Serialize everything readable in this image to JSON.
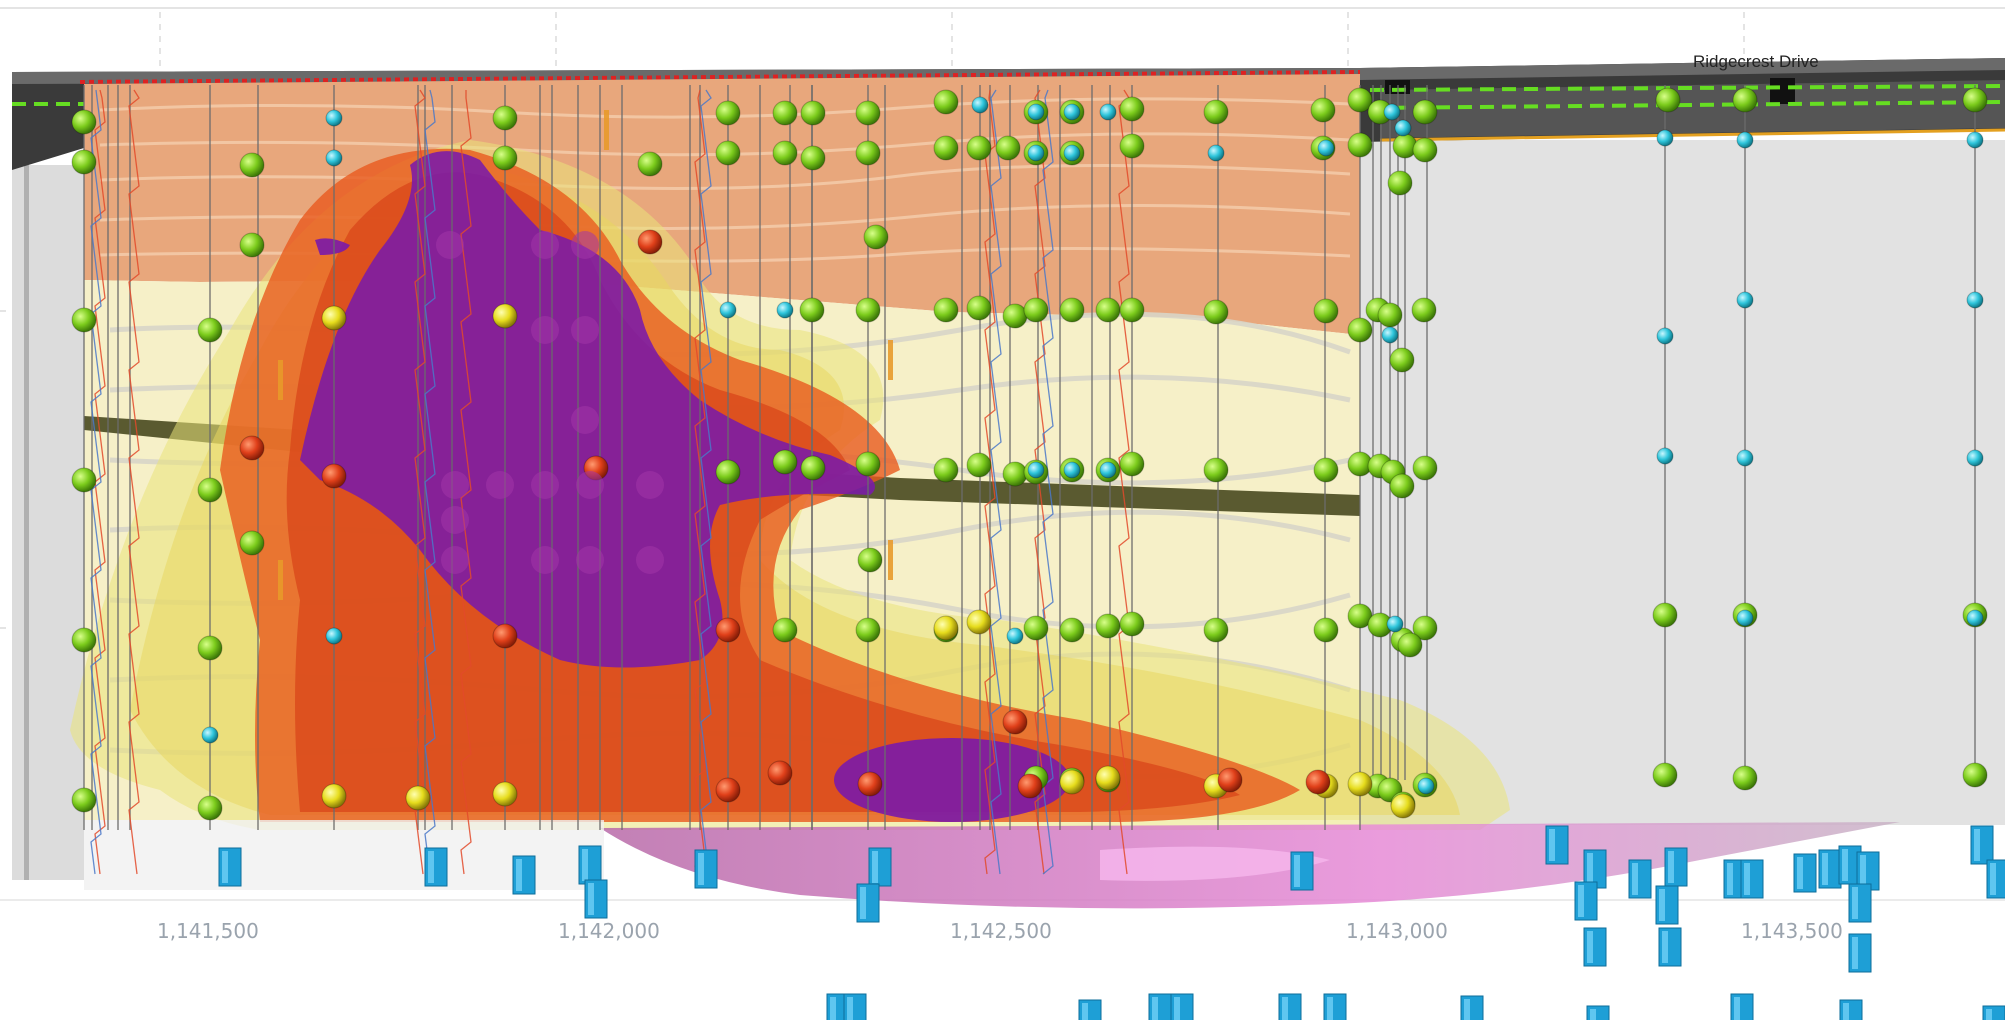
{
  "scene": {
    "road_label": "Ridgecrest Drive",
    "axis_labels": [
      "1,141,500",
      "1,142,000",
      "1,142,500",
      "1,143,000",
      "1,143,500"
    ]
  },
  "colors": {
    "background": "#ffffff",
    "grid": "#c8c8c8",
    "soil_upper": "#e8a77c",
    "soil_lower": "#f6f0c8",
    "terrain": "#3a3a3a",
    "road_marking": "#66dd22",
    "plume_outer": "#e9e47a",
    "plume_mid": "#e95a1e",
    "plume_core": "#7a1aa8",
    "sample_green": "#7ccc1c",
    "sample_cyan": "#2fc6dc",
    "sample_yellow": "#e6dc1c",
    "sample_red": "#e0401a",
    "column": "#1e9fd6",
    "pink_layer": "#e68ad6"
  },
  "icons": [
    "sample-point-icon",
    "well-column-icon"
  ]
}
